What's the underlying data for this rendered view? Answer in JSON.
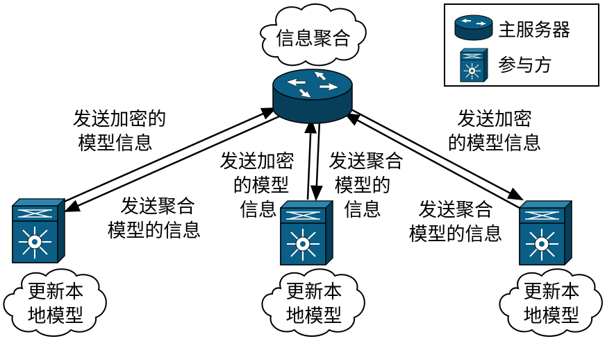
{
  "legend": {
    "server_label": "主服务器",
    "participant_label": "参与方",
    "server_icon": "router-icon",
    "participant_icon": "switch-icon"
  },
  "server": {
    "cloud_label": "信息聚合"
  },
  "participants": [
    {
      "cloud_line1": "更新本",
      "cloud_line2": "地模型"
    },
    {
      "cloud_line1": "更新本",
      "cloud_line2": "地模型"
    },
    {
      "cloud_line1": "更新本",
      "cloud_line2": "地模型"
    }
  ],
  "edges": {
    "left_up": {
      "line1": "发送加密的",
      "line2": "模型信息"
    },
    "left_down": {
      "line1": "发送聚合",
      "line2": "模型的信息"
    },
    "mid_up": {
      "line1": "发送加密",
      "line2": "的模型",
      "line3": "信息"
    },
    "mid_down": {
      "line1": "发送聚合",
      "line2": "模型的",
      "line3": "信息"
    },
    "right_up": {
      "line1": "发送加密",
      "line2": "的模型信息"
    },
    "right_down": {
      "line1": "发送聚合",
      "line2": "模型的信息"
    }
  },
  "colors": {
    "device_fill": "#0b5f86",
    "device_dark": "#073e5a",
    "cloud_fill": "#ffffff",
    "stroke": "#000000"
  }
}
